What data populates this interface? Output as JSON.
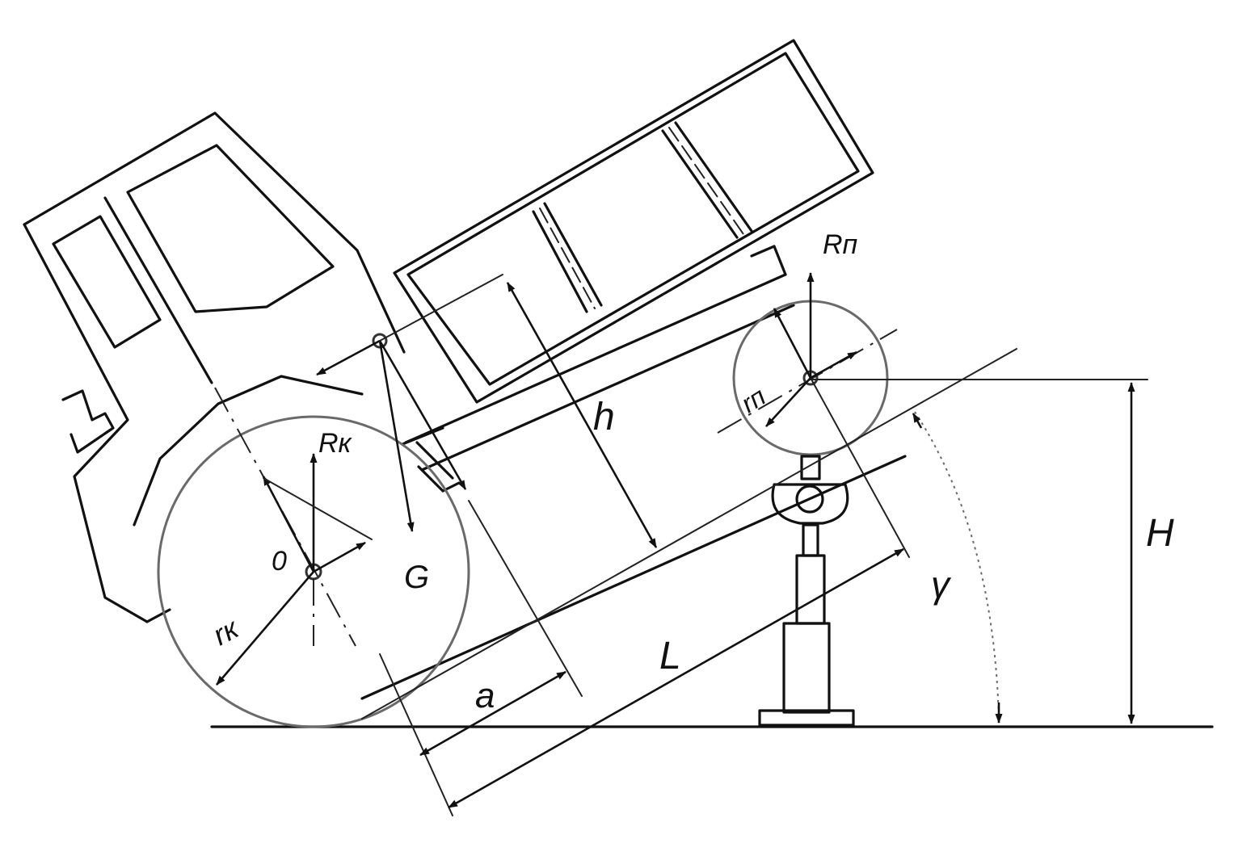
{
  "labels": {
    "R_front": "Rп",
    "R_rear": "Rк",
    "center_o": "0",
    "gravity": "G",
    "height_h": "h",
    "radius_front": "rп",
    "radius_rear": "rк",
    "dist_a": "a",
    "wheelbase_L": "L",
    "angle": "γ",
    "lift_H": "H"
  },
  "colors": {
    "line": "#111111",
    "wheel": "#6a6a6a"
  }
}
